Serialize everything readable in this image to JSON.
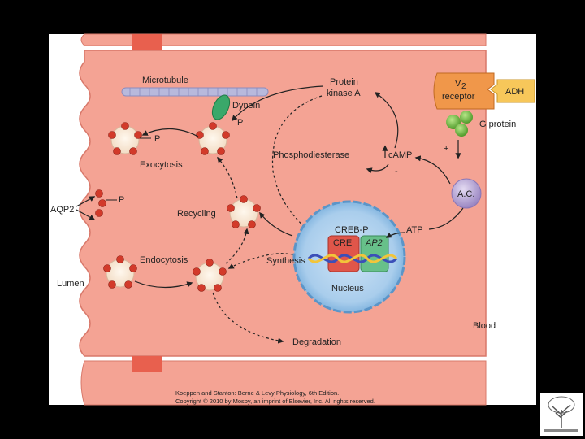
{
  "labels": {
    "microtubule": "Microtubule",
    "dynein": "Dynein",
    "p_dynein": "P",
    "p_exo": "P",
    "p_aqp2": "P",
    "exocytosis": "Exocytosis",
    "aqp2": "AQP2",
    "recycling": "Recycling",
    "endocytosis": "Endocytosis",
    "lumen": "Lumen",
    "protein_kinase_line1": "Protein",
    "protein_kinase_line2": "kinase A",
    "phosphodiesterase": "Phosphodiesterase",
    "camp": "cAMP",
    "minus_pkA": "-",
    "plus_sign": "+",
    "v2_receptor_line1": "V",
    "v2_subscript": "2",
    "v2_receptor_line2": "receptor",
    "adh": "ADH",
    "g_protein": "G protein",
    "ac": "A.C.",
    "atp": "ATP",
    "creb_p": "CREB-P",
    "cre": "CRE",
    "ap2": "AP2",
    "synthesis": "Synthesis",
    "nucleus": "Nucleus",
    "degradation": "Degradation",
    "blood": "Blood"
  },
  "credits": {
    "line1": "Koeppen and Stanton: Berne & Levy Physiology, 6th Edition.",
    "line2": "Copyright © 2010 by Mosby, an imprint of Elsevier, Inc. All rights reserved."
  },
  "colors": {
    "cell": "#f4a394",
    "cell_border": "#d8786a",
    "junction": "#e8604e",
    "receptor": "#f0974a",
    "adh": "#f7c75a",
    "gprotein": "#7dc04a",
    "ac": "#b7a4d6",
    "nucleus": "#6fa9d9",
    "cre": "#e0564a",
    "ap2": "#67c08a",
    "vesicle_dot": "#d23a2a",
    "dynein": "#3aa86a"
  }
}
